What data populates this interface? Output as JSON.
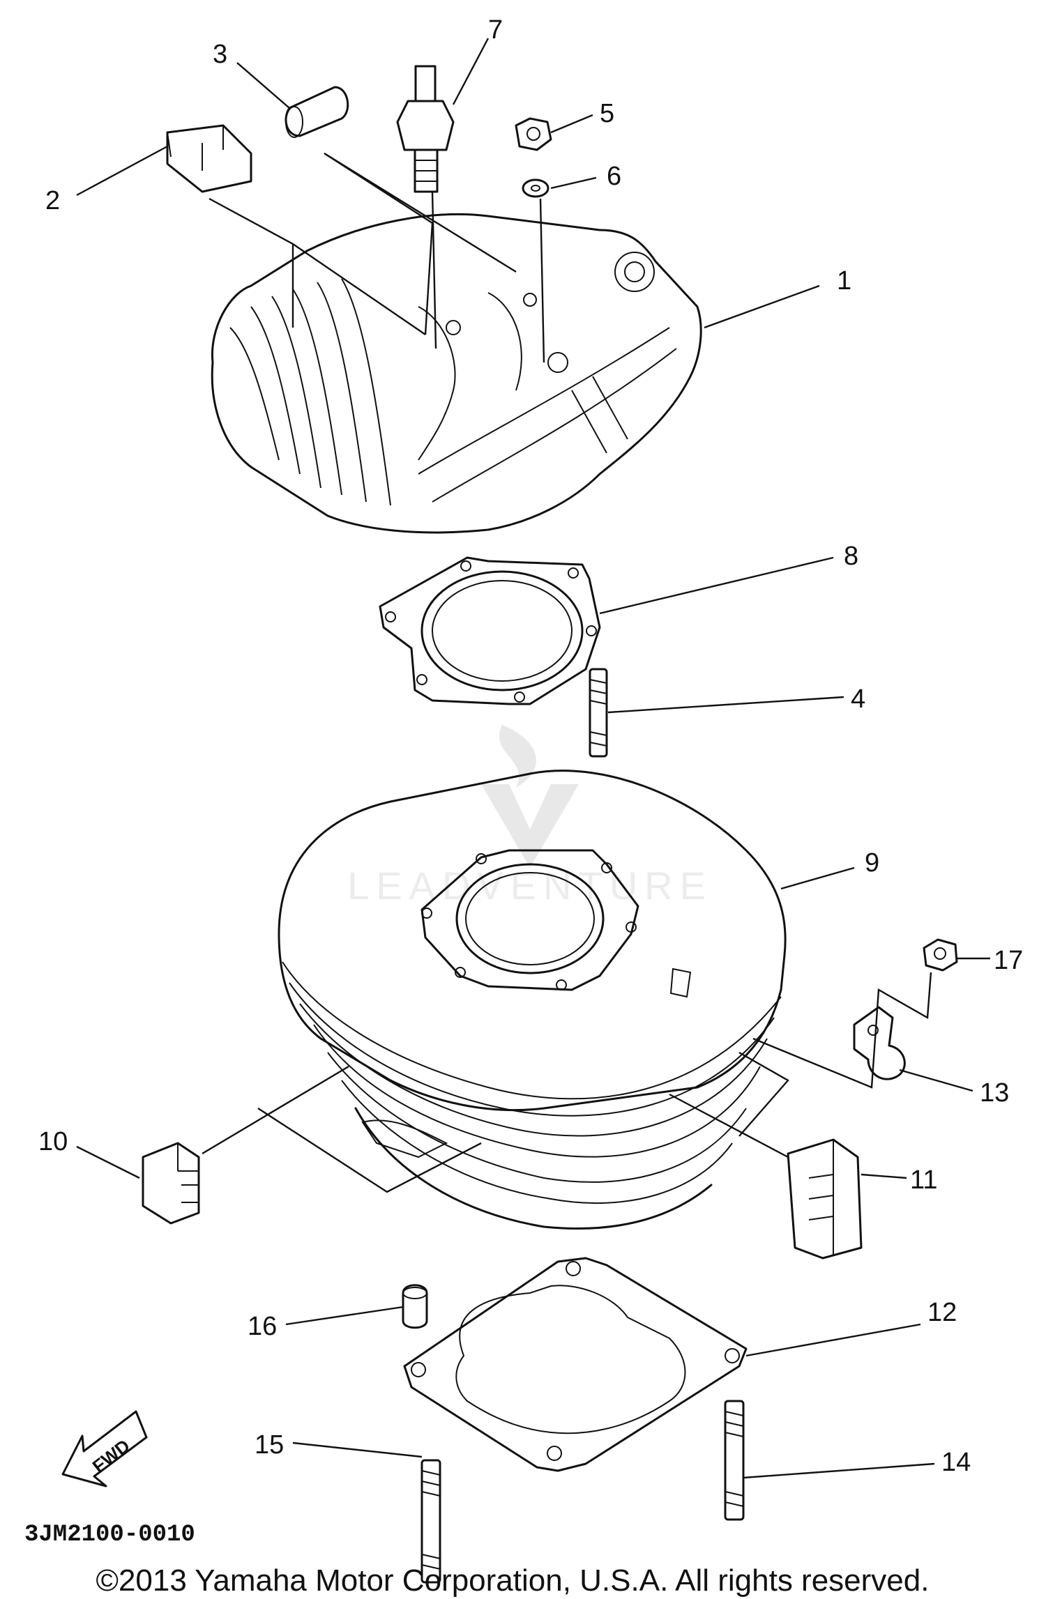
{
  "diagram": {
    "callouts": [
      "1",
      "2",
      "3",
      "4",
      "5",
      "6",
      "7",
      "8",
      "9",
      "10",
      "11",
      "12",
      "13",
      "14",
      "15",
      "16",
      "17"
    ],
    "direction_marker": "FWD",
    "diagram_code": "3JM2100-0010",
    "copyright": "©2013 Yamaha Motor Corporation, U.S.A. All rights reserved.",
    "watermark": "LEADVENTURE"
  }
}
